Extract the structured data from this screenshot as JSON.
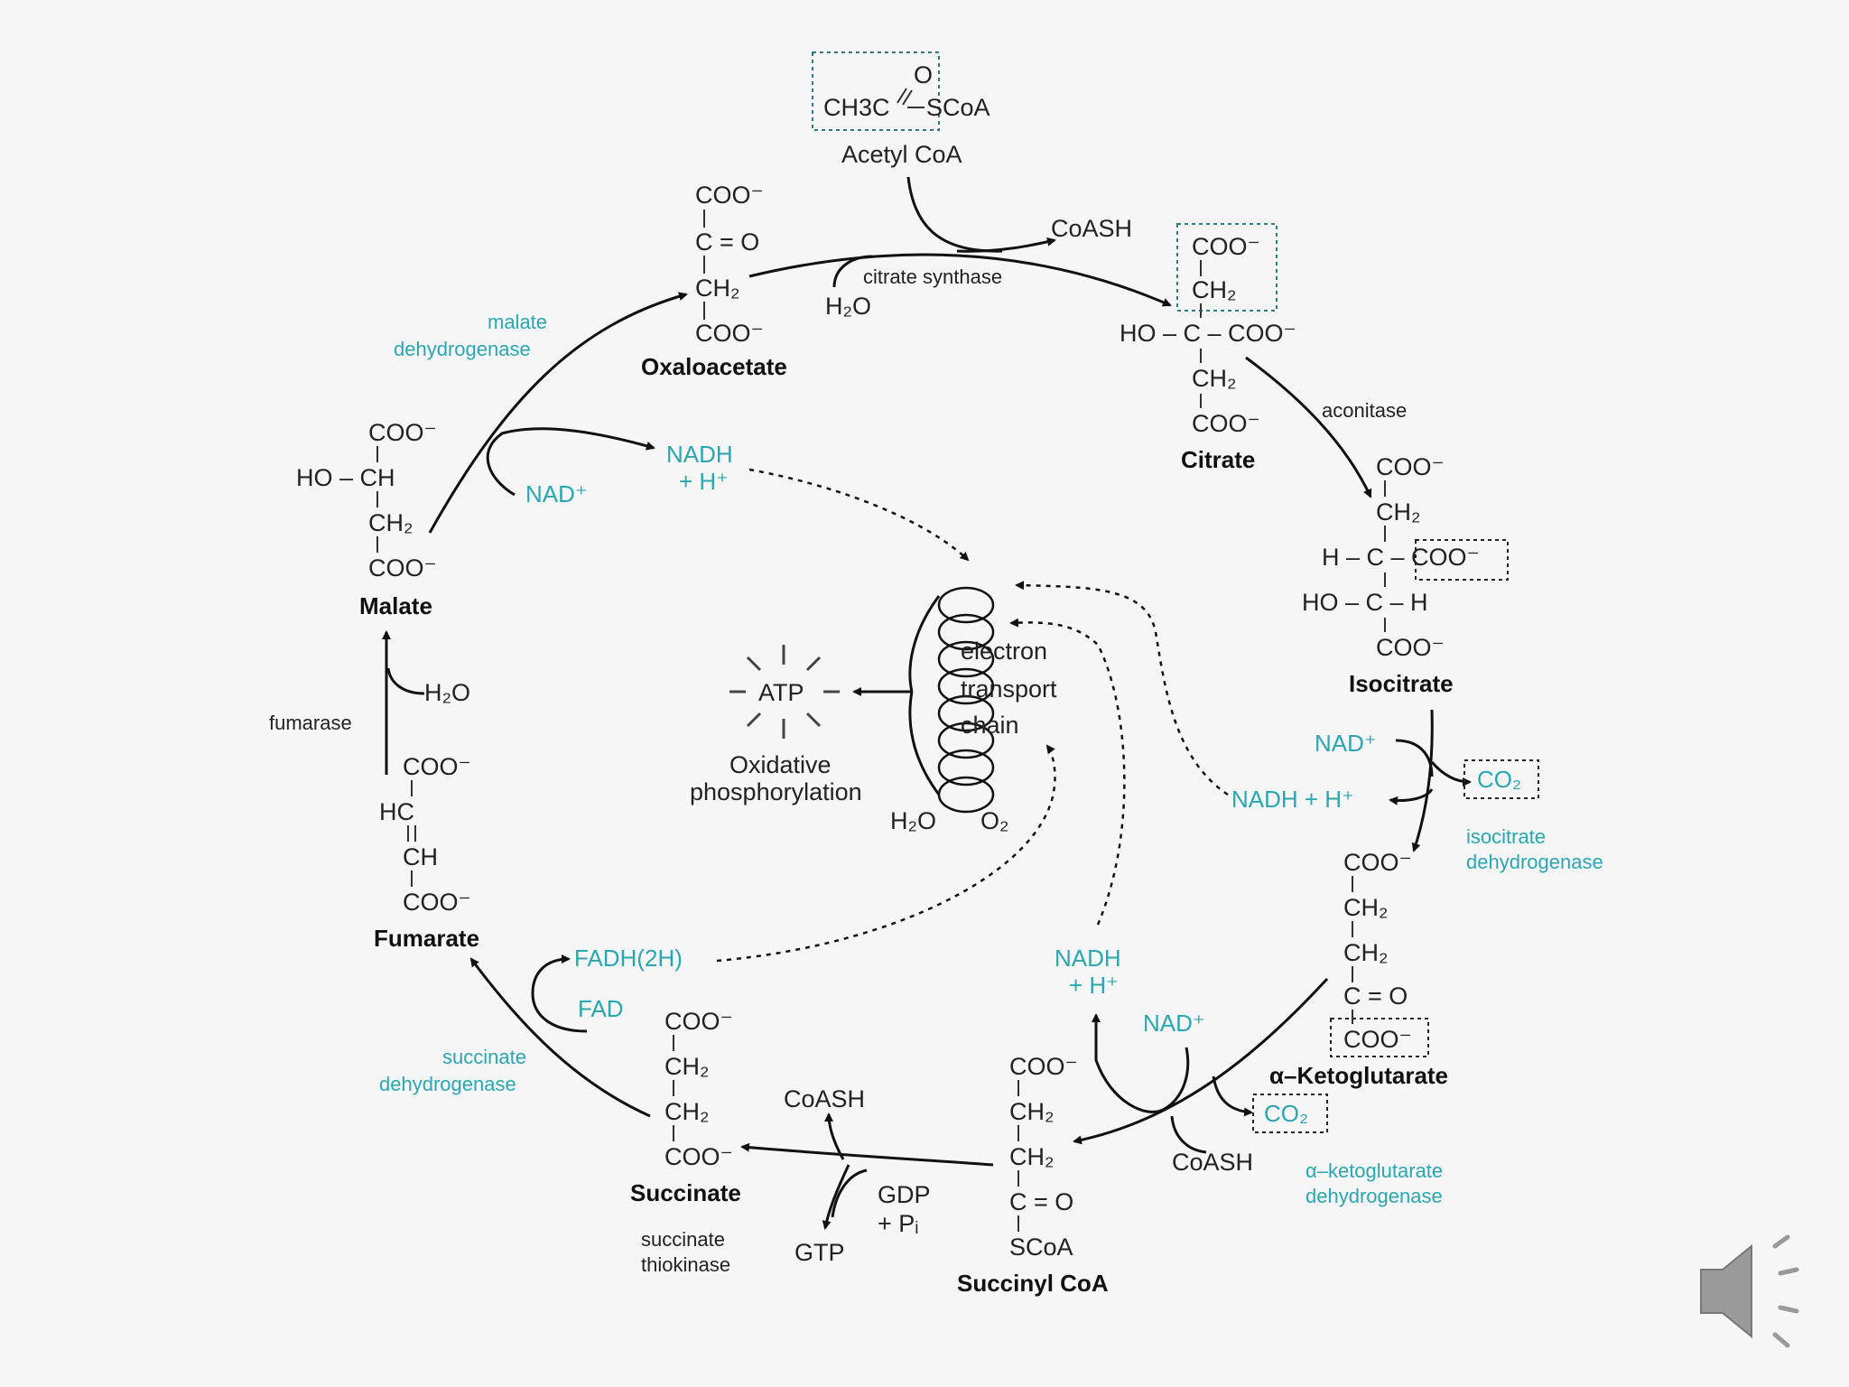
{
  "diagram": {
    "acetyl_coa": {
      "o": "O",
      "formula_left": "CH3C",
      "formula_right": "SCoA",
      "name": "Acetyl CoA"
    },
    "oxaloacetate": {
      "lines": [
        "COO⁻",
        "C = O",
        "CH₂",
        "COO⁻"
      ],
      "name": "Oxaloacetate"
    },
    "citrate": {
      "lines": [
        "COO⁻",
        "CH₂",
        "HO – C – COO⁻",
        "CH₂",
        "COO⁻"
      ],
      "name": "Citrate"
    },
    "isocitrate": {
      "lines": [
        "COO⁻",
        "CH₂",
        "H – C – COO⁻",
        "HO – C – H",
        "COO⁻"
      ],
      "name": "Isocitrate"
    },
    "ketoglutarate": {
      "lines": [
        "COO⁻",
        "CH₂",
        "CH₂",
        "C = O",
        "COO⁻"
      ],
      "name": "α–Ketoglutarate"
    },
    "succinyl_coa": {
      "lines": [
        "COO⁻",
        "CH₂",
        "CH₂",
        "C = O",
        "SCoA"
      ],
      "name": "Succinyl CoA"
    },
    "succinate": {
      "lines": [
        "COO⁻",
        "CH₂",
        "CH₂",
        "COO⁻"
      ],
      "name": "Succinate"
    },
    "fumarate": {
      "lines": [
        "COO⁻",
        "HC",
        "CH",
        "COO⁻"
      ],
      "name": "Fumarate"
    },
    "malate": {
      "lines": [
        "COO⁻",
        "HO – CH",
        "CH₂",
        "COO⁻"
      ],
      "name": "Malate"
    },
    "enzymes": {
      "citrate_synthase": "citrate synthase",
      "aconitase": "aconitase",
      "isocitrate_dh": [
        "isocitrate",
        "dehydrogenase"
      ],
      "akg_dh": [
        "α–ketoglutarate",
        "dehydrogenase"
      ],
      "succinate_thiokinase": [
        "succinate",
        "thiokinase"
      ],
      "succinate_dh": [
        "succinate",
        "dehydrogenase"
      ],
      "fumarase": "fumarase",
      "malate_dh": [
        "malate",
        "dehydrogenase"
      ]
    },
    "cofactors": {
      "coash_top": "CoASH",
      "h2o_top": "H₂O",
      "nad_isocitrate": "NAD⁺",
      "nadh_isocitrate": "NADH + H⁺",
      "co2_isocitrate": "CO₂",
      "nad_akg": "NAD⁺",
      "nadh_akg": [
        "NADH",
        "+ H⁺"
      ],
      "coash_akg": "CoASH",
      "co2_akg": "CO₂",
      "coash_succ": "CoASH",
      "gdp": [
        "GDP",
        "+ Pᵢ"
      ],
      "gtp": "GTP",
      "fad": "FAD",
      "fadh": "FADH(2H)",
      "h2o_fum": "H₂O",
      "nad_malate": "NAD⁺",
      "nadh_malate": [
        "NADH",
        "+ H⁺"
      ]
    },
    "etc": {
      "label": [
        "electron",
        "transport",
        "chain"
      ],
      "atp": "ATP",
      "oxphos": [
        "Oxidative",
        "phosphorylation"
      ],
      "h2o": "H₂O",
      "o2": "O₂"
    }
  },
  "colors": {
    "accent": "#2aa7b3",
    "text": "#222222",
    "background": "#f6f6f6"
  },
  "icons": {
    "speaker": "speaker-icon"
  }
}
